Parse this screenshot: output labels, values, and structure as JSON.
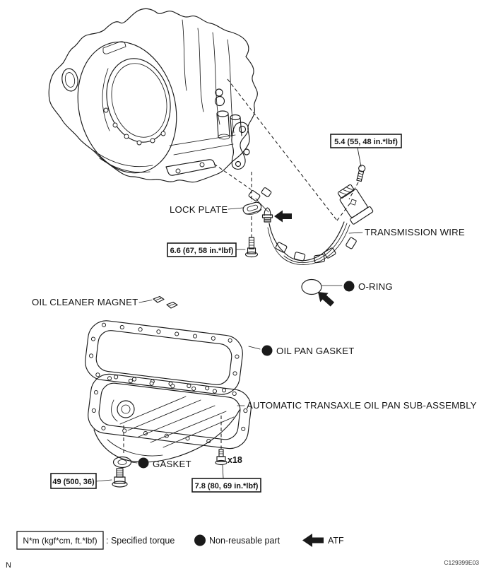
{
  "figure": {
    "parts": {
      "lock_plate": "LOCK PLATE",
      "transmission_wire": "TRANSMISSION WIRE",
      "o_ring": "O-RING",
      "oil_cleaner_magnet": "OIL CLEANER MAGNET",
      "oil_pan_gasket": "OIL PAN GASKET",
      "oil_pan": "AUTOMATIC TRANSAXLE OIL PAN SUB-ASSEMBLY",
      "drain_gasket": "GASKET",
      "pan_bolt_count": "x18"
    },
    "torques": {
      "wire_retainer_bolt": "5.4 (55, 48 in.*lbf)",
      "lock_plate_bolt": "6.6 (67, 58 in.*lbf)",
      "drain_plug": "49 (500, 36)",
      "oil_pan_bolt": "7.8 (80, 69 in.*lbf)"
    },
    "legend": {
      "torque_box": "N*m (kgf*cm, ft.*lbf)",
      "torque_caption": ": Specified torque",
      "non_reusable_caption": "Non-reusable part",
      "atf_caption": "ATF"
    },
    "footer": {
      "page_marker": "N",
      "figure_code": "C129399E03"
    },
    "colors": {
      "ink": "#1a1a1a",
      "paper": "#ffffff"
    }
  }
}
